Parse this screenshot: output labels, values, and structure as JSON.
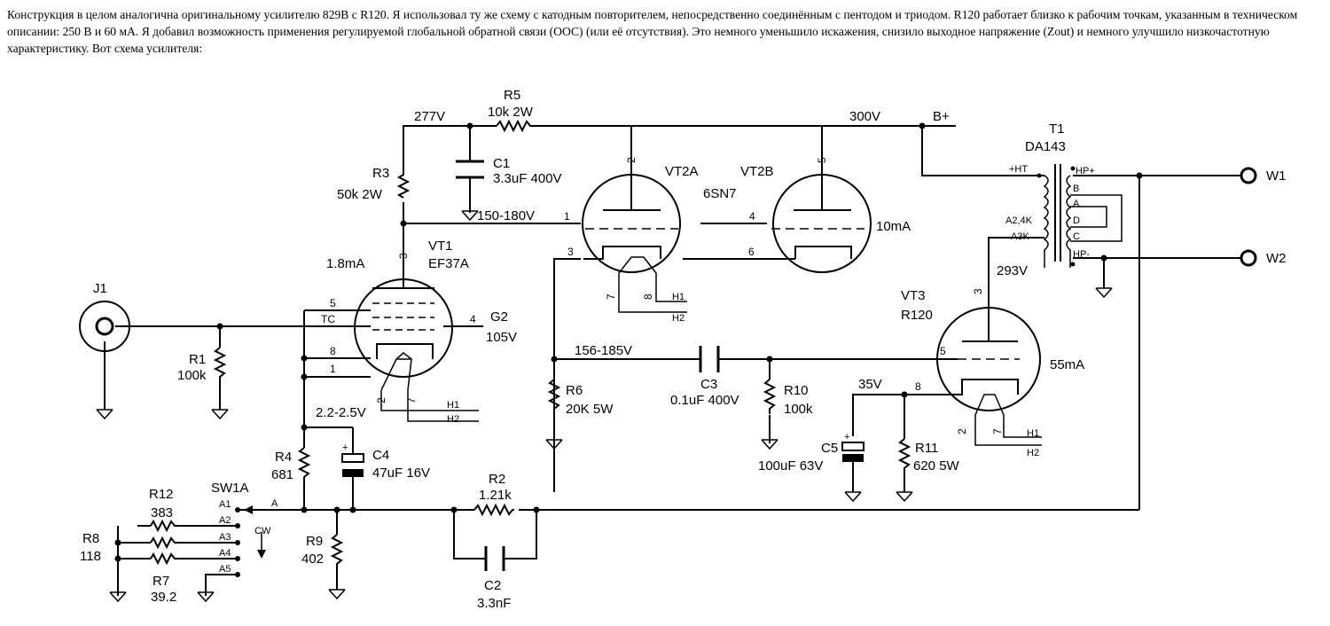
{
  "intro": "Конструкция в целом аналогична оригинальному усилителю 829B с R120. Я использовал ту же схему с катодным повторителем, непосредственно соединённым с пентодом и триодом. R120 работает близко к рабочим точкам, указанным в техническом описании: 250 В и 60 мА. Я добавил возможность применения регулируемой глобальной обратной связи (ООС) (или её отсутствия). Это немного уменьшило искажения, снизило выходное напряжение (Zout) и немного улучшило низкочастотную характеристику. Вот схема усилителя:",
  "schematic": {
    "voltages": {
      "v277": "277V",
      "v300": "300V",
      "bplus": "B+",
      "v150": "150-180V",
      "v156": "156-185V",
      "v22": "2.2-2.5V",
      "v35": "35V",
      "v293": "293V",
      "v105": "105V"
    },
    "currents": {
      "c18": "1.8mA",
      "c10": "10mA",
      "c55": "55mA"
    },
    "tubes": {
      "vt1": "VT1",
      "vt1_type": "EF37A",
      "vt2a": "VT2A",
      "vt2b": "VT2B",
      "vt2_type": "6SN7",
      "vt3": "VT3",
      "vt3_type": "R120",
      "g2": "G2",
      "tc": "TC"
    },
    "r1": {
      "ref": "R1",
      "val": "100k"
    },
    "r2": {
      "ref": "R2",
      "val": "1.21k"
    },
    "r3": {
      "ref": "R3",
      "val": "50k 2W"
    },
    "r4": {
      "ref": "R4",
      "val": "681"
    },
    "r5": {
      "ref": "R5",
      "val": "10k 2W"
    },
    "r6": {
      "ref": "R6",
      "val": "20K 5W"
    },
    "r7": {
      "ref": "R7",
      "val": "39.2"
    },
    "r8": {
      "ref": "R8",
      "val": "118"
    },
    "r9": {
      "ref": "R9",
      "val": "402"
    },
    "r10": {
      "ref": "R10",
      "val": "100k"
    },
    "r11": {
      "ref": "R11",
      "val": "620 5W"
    },
    "r12": {
      "ref": "R12",
      "val": "383"
    },
    "c1": {
      "ref": "C1",
      "val": "3.3uF 400V"
    },
    "c2": {
      "ref": "C2",
      "val": "3.3nF"
    },
    "c3": {
      "ref": "C3",
      "val": "0.1uF 400V"
    },
    "c4": {
      "ref": "C4",
      "val": "47uF 16V"
    },
    "c5": {
      "ref": "C5",
      "val": "100uF 63V"
    },
    "j1": "J1",
    "w1": "W1",
    "w2": "W2",
    "t1": {
      "ref": "T1",
      "type": "DA143",
      "ht": "+HT",
      "hpp": "HP+",
      "hpm": "HP-",
      "b": "B",
      "a": "A",
      "d": "D",
      "c": "C",
      "a24k": "A2,4K",
      "a3k": "A3K"
    },
    "sw": {
      "ref": "SW1A",
      "a": "A",
      "a1": "A1",
      "a2": "A2",
      "a3": "A3",
      "a4": "A4",
      "a5": "A5",
      "cw": "CW"
    },
    "heater": {
      "h1": "H1",
      "h2": "H2"
    },
    "pins": {
      "p1": "1",
      "p2": "2",
      "p3": "3",
      "p4": "4",
      "p5": "5",
      "p6": "6",
      "p7": "7",
      "p8": "8"
    }
  }
}
